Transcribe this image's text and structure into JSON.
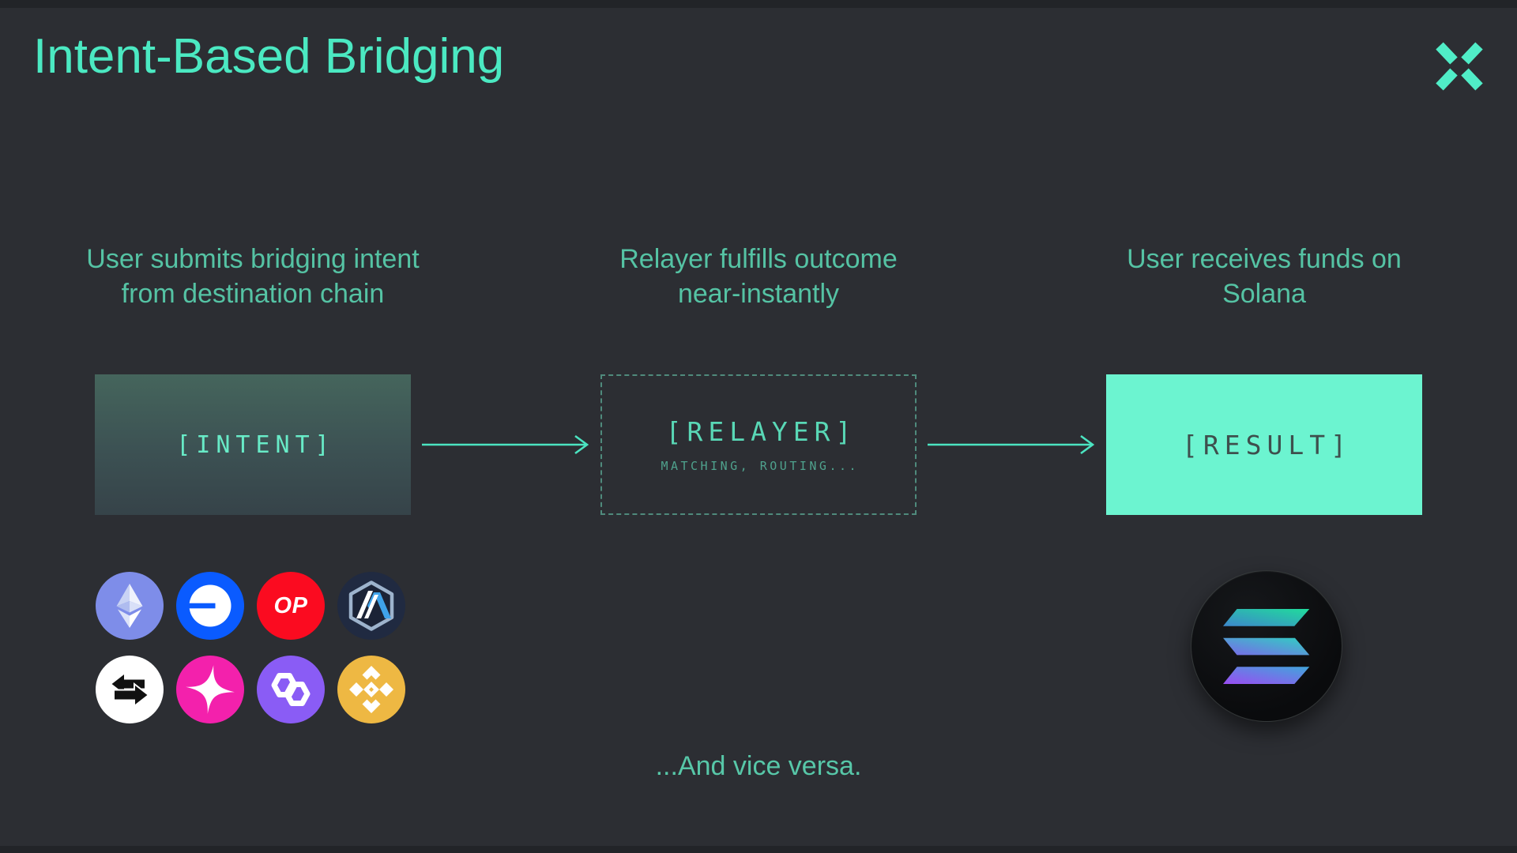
{
  "header": {
    "title": "Intent-Based Bridging",
    "brand_logo": "x-mark"
  },
  "steps": [
    {
      "heading_line1": "User submits bridging intent",
      "heading_line2": "from destination chain",
      "box_label": "[INTENT]"
    },
    {
      "heading_line1": "Relayer fulfills outcome",
      "heading_line2": "near-instantly",
      "box_label": "[RELAYER]",
      "box_sublabel": "MATCHING, ROUTING..."
    },
    {
      "heading_line1": "User receives funds on",
      "heading_line2": "Solana",
      "box_label": "[RESULT]"
    }
  ],
  "source_chains": [
    {
      "name": "ethereum"
    },
    {
      "name": "base"
    },
    {
      "name": "optimism",
      "label": "OP"
    },
    {
      "name": "arbitrum"
    },
    {
      "name": "swap-arrows"
    },
    {
      "name": "pink-sparkle"
    },
    {
      "name": "polygon"
    },
    {
      "name": "bnb"
    }
  ],
  "destination_chain": {
    "name": "solana"
  },
  "footer": {
    "note": "...And vice versa."
  },
  "colors": {
    "background": "#2C2E33",
    "accent_mint": "#4BE9C2",
    "heading_teal": "#55C3A4",
    "intent_gradient_top": "#45655C",
    "intent_gradient_bottom": "#364349",
    "intent_text": "#68EBC7",
    "relayer_border": "#4F8A7C",
    "relayer_text": "#59D8B6",
    "result_fill": "#6CF4D0",
    "result_text": "#3E4F4D",
    "arrow": "#4BE4C1"
  }
}
